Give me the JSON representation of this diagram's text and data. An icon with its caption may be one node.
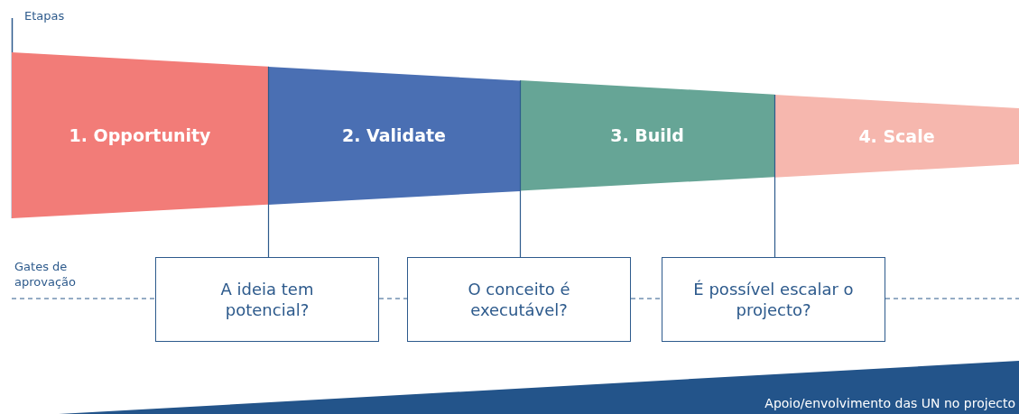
{
  "diagram": {
    "nodes": [
      {
        "text": [
          "1. Opportunity"
        ]
      },
      {
        "text": [
          "2. Validate"
        ]
      },
      {
        "text": [
          "3. Build"
        ]
      },
      {
        "text": [
          "4. Scale"
        ]
      },
      {
        "text": [
          "A ideia tem potencial?"
        ]
      },
      {
        "text": [
          "O conceito é executável?"
        ]
      },
      {
        "text": [
          "É possível escalar o projecto?"
        ]
      },
      {
        "text": [
          "Apoio/envolvimento das UN no projecto"
        ]
      }
    ],
    "edges": [
      {
        "from": 0,
        "to": 4,
        "arrow": "none"
      },
      {
        "from": 1,
        "to": 5,
        "arrow": "none"
      },
      {
        "from": 2,
        "to": 6,
        "arrow": "none"
      },
      {
        "from": null,
        "to": 4,
        "arrow": "none",
        "style": "dashed"
      },
      {
        "from": 4,
        "to": 5,
        "arrow": "none",
        "style": "dashed"
      },
      {
        "from": 5,
        "to": 6,
        "arrow": "none",
        "style": "dashed"
      },
      {
        "from": 6,
        "to": null,
        "arrow": "none",
        "style": "dashed"
      }
    ],
    "labels": [
      "Etapas",
      "Gates de aprovação"
    ]
  }
}
